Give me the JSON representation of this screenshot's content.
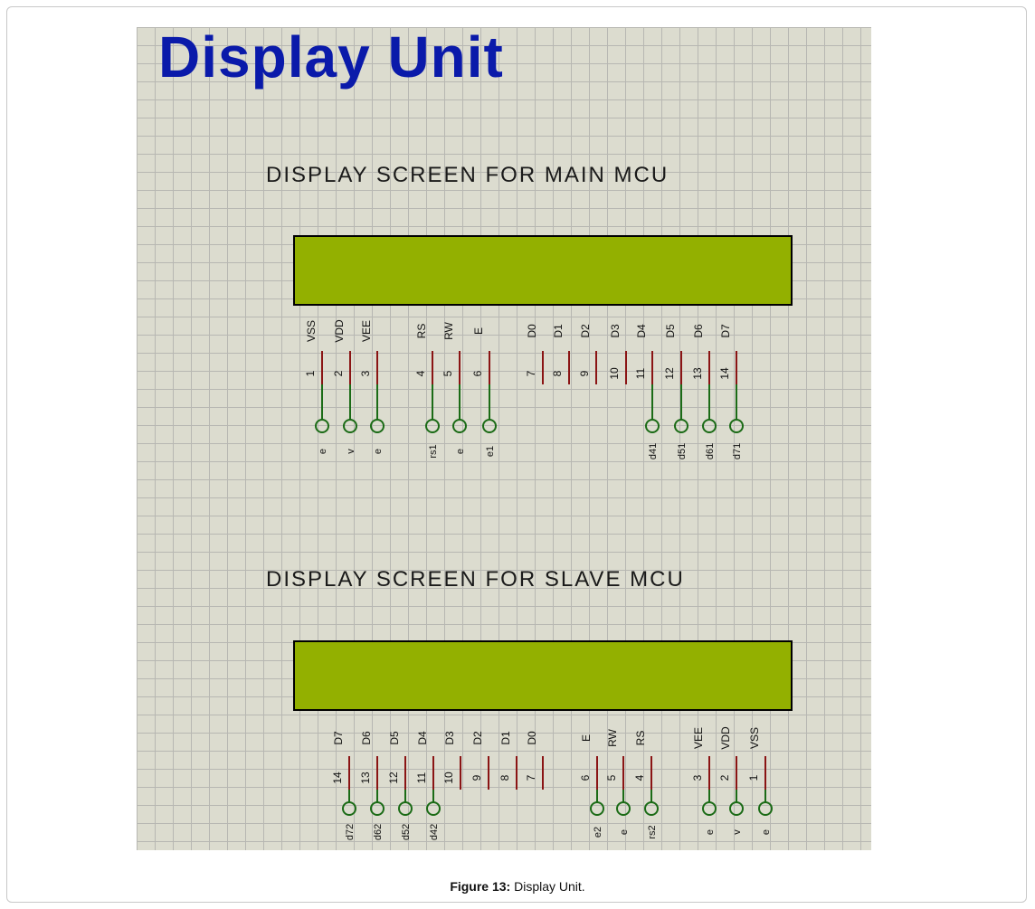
{
  "title": "Display Unit",
  "main_heading": "DISPLAY SCREEN FOR MAIN MCU",
  "slave_heading": "DISPLAY SCREEN FOR SLAVE MCU",
  "caption": {
    "label": "Figure 13:",
    "text": " Display Unit."
  },
  "colors": {
    "title": "#0a1aaa",
    "lcd": "#93b000",
    "pin_top": "#8a1414",
    "pin_bottom": "#1b6b16"
  },
  "main_pins": [
    {
      "name": "VSS",
      "num": "1",
      "net": "e"
    },
    {
      "name": "VDD",
      "num": "2",
      "net": "v"
    },
    {
      "name": "VEE",
      "num": "3",
      "net": "e"
    },
    {
      "name": "RS",
      "num": "4",
      "net": "rs1"
    },
    {
      "name": "RW",
      "num": "5",
      "net": "e"
    },
    {
      "name": "E",
      "num": "6",
      "net": "e1"
    },
    {
      "name": "D0",
      "num": "7",
      "net": ""
    },
    {
      "name": "D1",
      "num": "8",
      "net": ""
    },
    {
      "name": "D2",
      "num": "9",
      "net": ""
    },
    {
      "name": "D3",
      "num": "10",
      "net": ""
    },
    {
      "name": "D4",
      "num": "11",
      "net": "d41"
    },
    {
      "name": "D5",
      "num": "12",
      "net": "d51"
    },
    {
      "name": "D6",
      "num": "13",
      "net": "d61"
    },
    {
      "name": "D7",
      "num": "14",
      "net": "d71"
    }
  ],
  "slave_pins": [
    {
      "name": "D7",
      "num": "14",
      "net": "d72"
    },
    {
      "name": "D6",
      "num": "13",
      "net": "d62"
    },
    {
      "name": "D5",
      "num": "12",
      "net": "d52"
    },
    {
      "name": "D4",
      "num": "11",
      "net": "d42"
    },
    {
      "name": "D3",
      "num": "10",
      "net": ""
    },
    {
      "name": "D2",
      "num": "9",
      "net": ""
    },
    {
      "name": "D1",
      "num": "8",
      "net": ""
    },
    {
      "name": "D0",
      "num": "7",
      "net": ""
    },
    {
      "name": "E",
      "num": "6",
      "net": "e2"
    },
    {
      "name": "RW",
      "num": "5",
      "net": "e"
    },
    {
      "name": "RS",
      "num": "4",
      "net": "rs2"
    },
    {
      "name": "VEE",
      "num": "3",
      "net": "e"
    },
    {
      "name": "VDD",
      "num": "2",
      "net": "v"
    },
    {
      "name": "VSS",
      "num": "1",
      "net": "e"
    }
  ]
}
